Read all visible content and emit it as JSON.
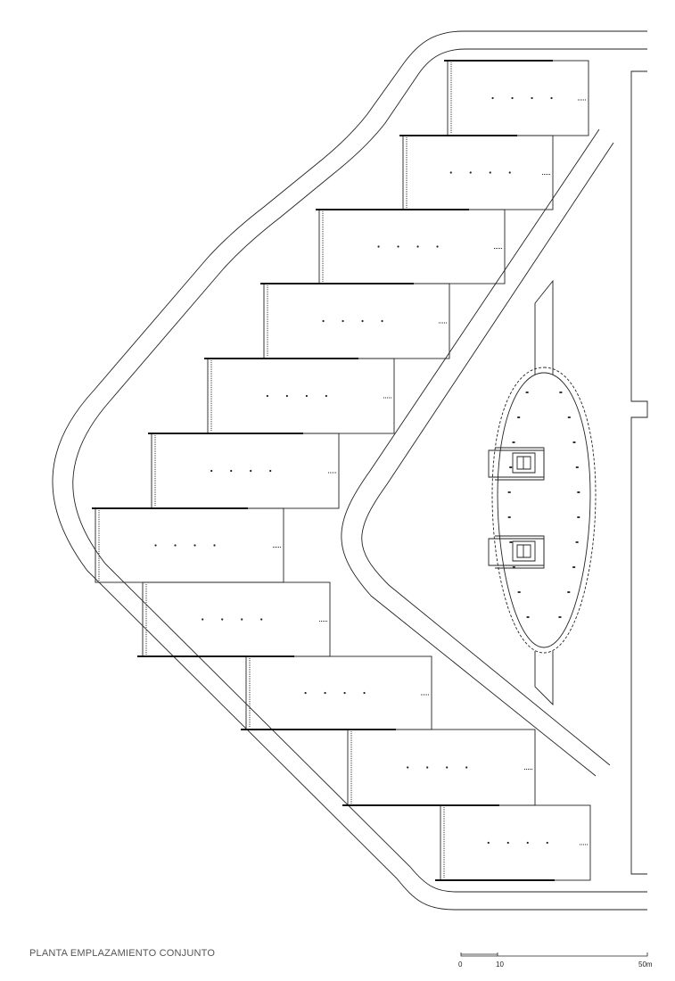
{
  "drawing": {
    "title": "PLANTA EMPLAZAMIENTO CONJUNTO",
    "scale_bar": {
      "ticks": [
        {
          "label": "0"
        },
        {
          "label": "10"
        },
        {
          "label": "50m"
        }
      ]
    }
  },
  "colors": {
    "line": "#222222",
    "heavy_line": "#111111",
    "caption": "#555555"
  }
}
